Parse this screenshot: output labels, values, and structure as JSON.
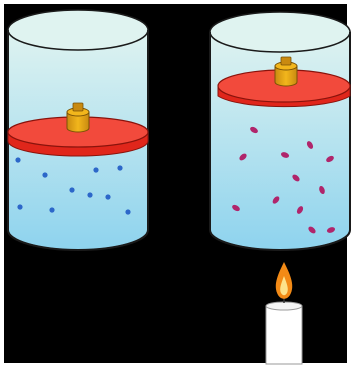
{
  "colors": {
    "frame_background": "#000000",
    "border": "#ffffff",
    "gas_fill_top": "#dff3f0",
    "gas_fill_bottom": "#8ed3ee",
    "cylinder_outline": "#1a1a1a",
    "piston": "#e0261b",
    "piston_rim": "#f24a3c",
    "weight": "#f2b61c",
    "weight_dark": "#c98a10",
    "cold_particle": "#2c67c9",
    "hot_particle": "#b0256b",
    "candle_body": "#ffffff",
    "flame_outer": "#f28a16",
    "flame_inner": "#fde28a"
  },
  "icons": {
    "piston": "piston-disk",
    "weight": "weight-block",
    "heat_source": "candle-icon",
    "flame": "flame-icon"
  },
  "panels": [
    {
      "id": "unheated",
      "piston_level": "low",
      "particle_motion": "still",
      "heat_source": "none"
    },
    {
      "id": "heated",
      "piston_level": "high",
      "particle_motion": "fast",
      "heat_source": "candle"
    }
  ]
}
